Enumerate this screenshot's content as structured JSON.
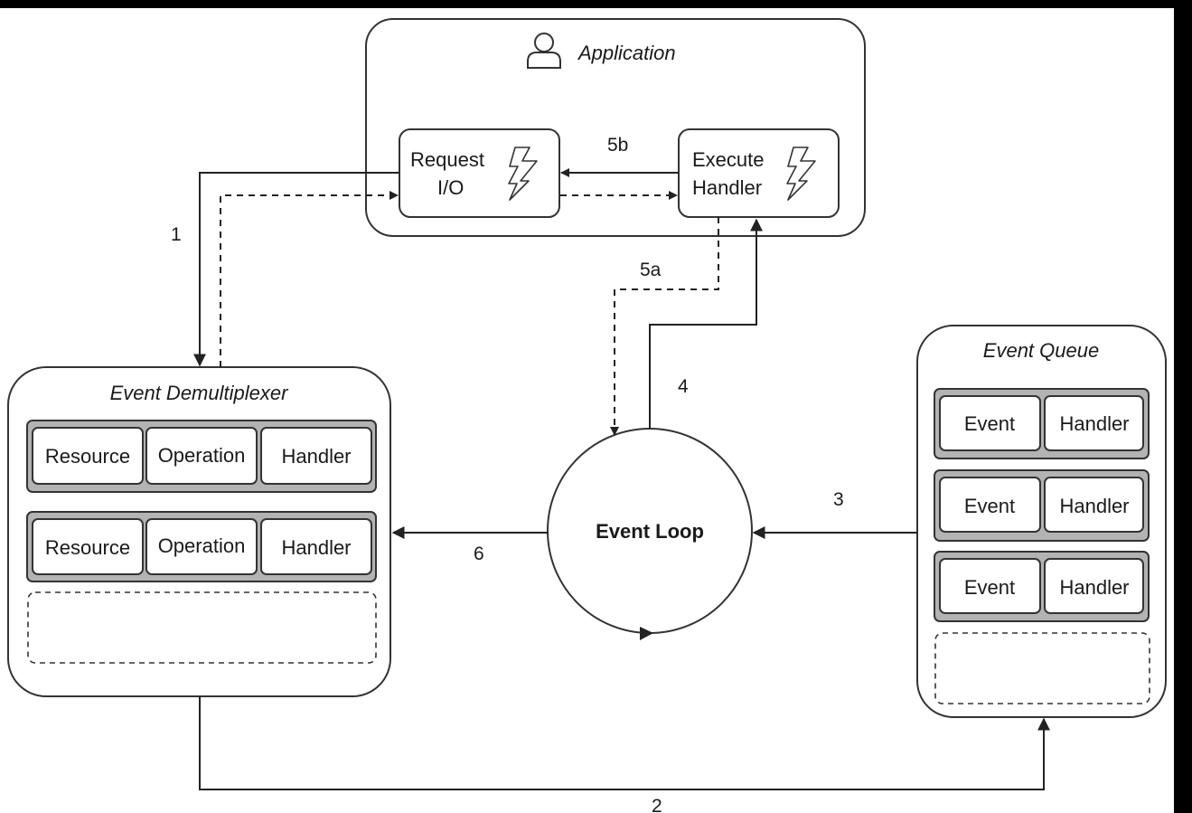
{
  "application": {
    "title": "Application",
    "icon": "user-icon",
    "request_box": {
      "line1": "Request",
      "line2": "I/O",
      "icon": "lightning-icon"
    },
    "execute_box": {
      "line1": "Execute",
      "line2": "Handler",
      "icon": "lightning-icon"
    }
  },
  "demultiplexer": {
    "title": "Event Demultiplexer",
    "rows": [
      [
        "Resource",
        "Operation",
        "Handler"
      ],
      [
        "Resource",
        "Operation",
        "Handler"
      ]
    ]
  },
  "event_loop": {
    "label": "Event Loop"
  },
  "event_queue": {
    "title": "Event Queue",
    "rows": [
      [
        "Event",
        "Handler"
      ],
      [
        "Event",
        "Handler"
      ],
      [
        "Event",
        "Handler"
      ]
    ]
  },
  "step_labels": {
    "s1": "1",
    "s2": "2",
    "s3": "3",
    "s4": "4",
    "s5a": "5a",
    "s5b": "5b",
    "s6": "6"
  },
  "colors": {
    "background": "#000000",
    "panel": "#ffffff",
    "stroke": "#333333",
    "row_fill": "#b3b3b3"
  }
}
